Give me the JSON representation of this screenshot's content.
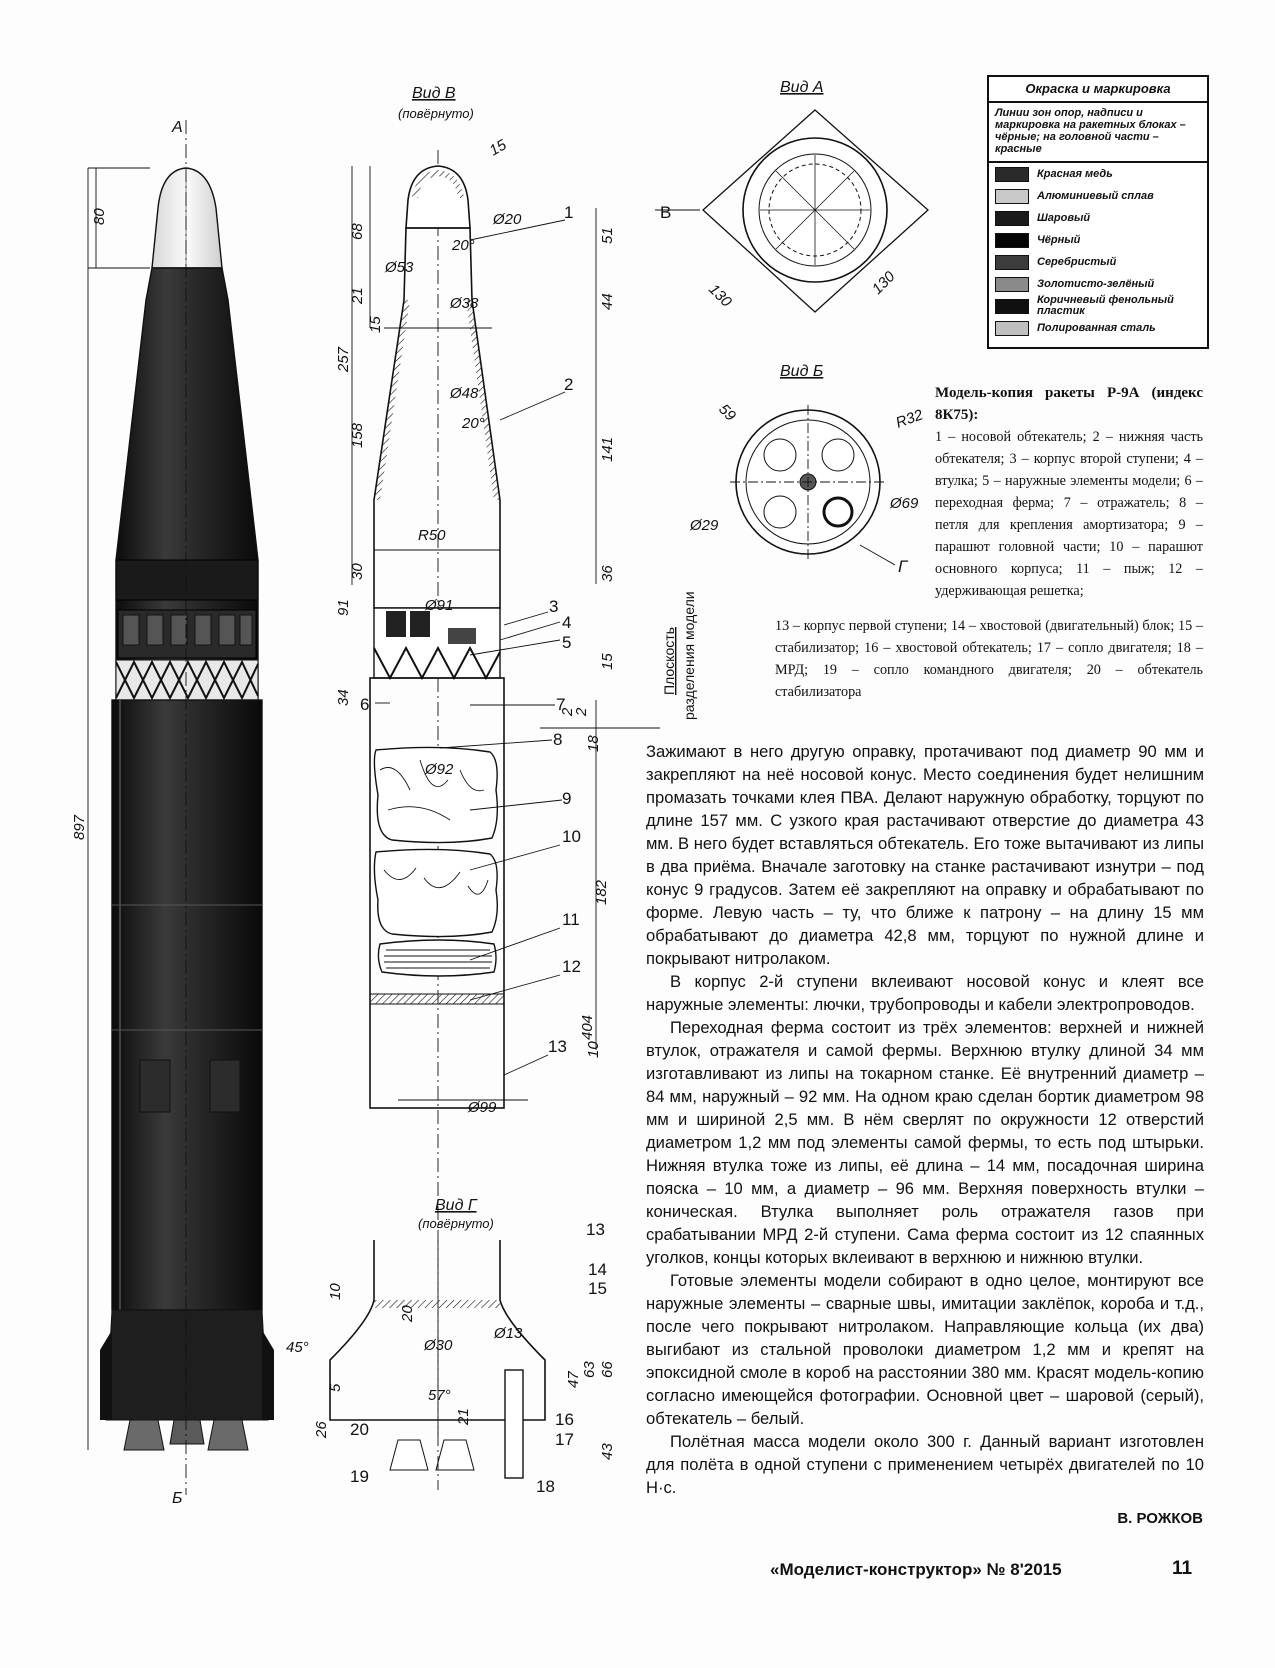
{
  "views": {
    "view_v": "Вид В",
    "view_v_sub": "(повёрнуто)",
    "view_a": "Вид А",
    "view_b": "Вид Б",
    "view_g": "Вид Г",
    "view_g_sub": "(повёрнуто)",
    "section_a": "А",
    "section_b": "Б",
    "plane_label_1": "Плоскость",
    "plane_label_2": "разделения модели"
  },
  "legend": {
    "title": "Окраска и маркировка",
    "note": "Линии зон опор, надписи и маркировка на ракетных блоках – чёрные; на головной части – красные",
    "items": [
      {
        "label": "Красная медь",
        "color": "#2a2a2a"
      },
      {
        "label": "Алюминиевый сплав",
        "color": "#c9c9c9"
      },
      {
        "label": "Шаровый",
        "color": "#1b1b1b"
      },
      {
        "label": "Чёрный",
        "color": "#050505"
      },
      {
        "label": "Серебристый",
        "color": "#3c3c3c"
      },
      {
        "label": "Золотисто-зелёный",
        "color": "#8a8a8a"
      },
      {
        "label": "Коричневый фенольный пластик",
        "color": "#101010"
      },
      {
        "label": "Полированная сталь",
        "color": "#bfbfbf"
      }
    ]
  },
  "caption": {
    "title": "Модель-копия ракеты Р-9А (индекс 8К75):",
    "text": "1 – носовой обтекатель; 2 – нижняя часть обтекателя; 3 – корпус второй ступени; 4 – втулка; 5 – наружные элементы модели; 6 – переходная ферма; 7 – отражатель; 8 – петля для крепления амортизатора; 9 – парашют головной части; 10 – парашют основного корпуса; 11 – пыж; 12 – удерживающая решетка;",
    "text2": "13 – корпус первой ступени; 14 – хвостовой (двигательный) блок; 15 – стабилизатор; 16 – хвостовой обтекатель; 17 – сопло двигателя; 18 – МРД; 19 – сопло командного двигателя; 20 – обтекатель стабилизатора"
  },
  "dimensions": {
    "d80": "80",
    "d897": "897",
    "r15": "15",
    "d20": "Ø20",
    "a20": "20°",
    "d53": "Ø53",
    "d38": "Ø38",
    "d48": "Ø48",
    "a20b": "20°",
    "r50": "R50",
    "d91": "Ø91",
    "d92": "Ø92",
    "d99": "Ø99",
    "v68": "68",
    "v21": "21",
    "v15": "15",
    "v257": "257",
    "v158": "158",
    "v30": "30",
    "v91": "91",
    "v34": "34",
    "r51": "51",
    "r44": "44",
    "r141": "141",
    "r36": "36",
    "r2a": "2",
    "r2b": "2",
    "r18": "18",
    "r182": "182",
    "r404": "404",
    "r10": "10",
    "n130a": "130",
    "n130b": "130",
    "n59": "59",
    "r32": "R32",
    "d69": "Ø69",
    "d29": "Ø29",
    "g10": "10",
    "g20": "20",
    "g45": "45°",
    "g30": "Ø30",
    "g13": "Ø13",
    "g5": "5",
    "g26": "26",
    "g57": "57°",
    "g21": "21",
    "g47": "47",
    "g63": "63",
    "g66": "66",
    "g43": "43",
    "vB": "В",
    "vG": "Г"
  },
  "callouts": [
    "1",
    "2",
    "3",
    "4",
    "5",
    "6",
    "7",
    "8",
    "9",
    "10",
    "11",
    "12",
    "13",
    "14",
    "15",
    "16",
    "17",
    "18",
    "19",
    "20"
  ],
  "body": [
    "Зажимают в него другую оправку, протачивают под диаметр 90 мм и закрепляют на неё носовой конус. Место соединения будет нелишним промазать точками клея ПВА. Делают наружную обработку, торцуют по длине 157 мм. С узкого края растачивают отверстие до диаметра 43 мм. В него будет вставляться обтекатель. Его тоже вытачивают из липы в два приёма. Вначале заготовку на станке растачивают изнутри – под конус 9 градусов. Затем её закрепляют на оправку и обрабатывают по форме. Левую часть – ту, что ближе к патрону – на длину 15 мм обрабатывают до диаметра 42,8 мм, торцуют по нужной длине и покрывают нитролаком.",
    "В корпус 2-й ступени вклеивают носовой конус и клеят все наружные элементы: лючки, трубопроводы и кабели электропроводов.",
    "Переходная ферма состоит из трёх элементов: верхней и нижней втулок, отражателя и самой фермы. Верхнюю втулку длиной 34 мм изготавливают из липы на токарном станке. Её внутренний диаметр – 84 мм, наружный – 92 мм. На одном краю сделан бортик диаметром 98 мм и шириной 2,5 мм. В нём сверлят по окружности 12 отверстий диаметром 1,2 мм под элементы самой фермы, то есть под штырьки. Нижняя втулка тоже из липы, её длина – 14 мм, посадочная ширина пояска – 10 мм, а диаметр – 96 мм. Верхняя поверхность втулки – коническая. Втулка выполняет роль отражателя газов при срабатывании МРД 2-й ступени. Сама ферма состоит из 12 спаянных уголков, концы которых вклеивают в верхнюю и нижнюю втулки.",
    "Готовые элементы модели собирают в одно целое, монтируют все наружные элементы – сварные швы, имитации заклёпок, короба и т.д., после чего покрывают нитролаком. Направляющие кольца (их два) выгибают из стальной проволоки диаметром 1,2 мм и крепят на эпоксидной смоле в короб на расстоянии 380 мм. Красят модель-копию согласно имеющейся фотографии. Основной цвет – шаровой (серый), обтекатель – белый.",
    "Полётная масса модели около 300 г. Данный вариант изготовлен для полёта в одной ступени с применением четырёх двигателей по 10 Н·с."
  ],
  "author": "В. РОЖКОВ",
  "footer": "«Моделист-конструктор» № 8'2015",
  "page_number": "11"
}
